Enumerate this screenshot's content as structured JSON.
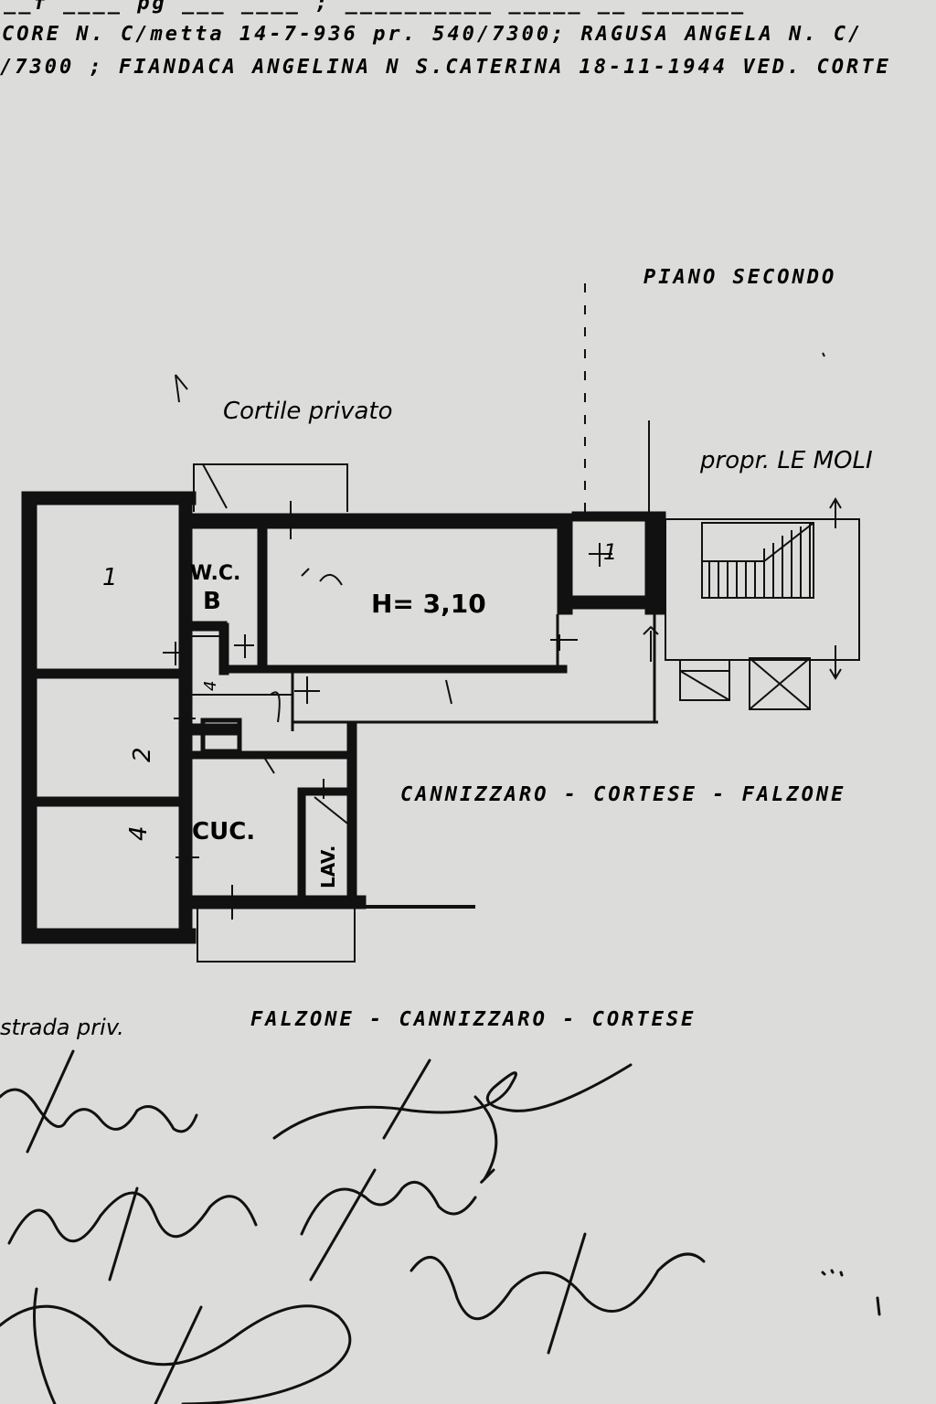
{
  "header": {
    "line1": "__f  ____ pg ___ ____ ;  __________ _____ __ _______",
    "line2": "CORE  N. C/metta  14-7-936  pr. 540/7300;  RAGUSA  ANGELA  N. C/",
    "line3": "/7300 ;  FIANDACA  ANGELINA  N  S.CATERINA  18-11-1944  VED. CORTE"
  },
  "plan": {
    "floor_title": "PIANO SECONDO",
    "courtyard_label": "Cortile privato",
    "owner_label": "propr. LE MOLI",
    "height_label": "H= 3,10",
    "wc_label": "W.C.",
    "bath_label": "B",
    "kitchen_label": "CUC.",
    "laundry_label": "LAV.",
    "room_labels": [
      "1",
      "2",
      "4",
      "4",
      "1"
    ],
    "east_neighbours": "CANNIZZARO - CORTESE - FALZONE",
    "south_street": "strada priv.",
    "south_neighbours": "FALZONE - CANNIZZARO - CORTESE"
  },
  "colors": {
    "paper": "#dcdcda",
    "ink": "#111111"
  }
}
